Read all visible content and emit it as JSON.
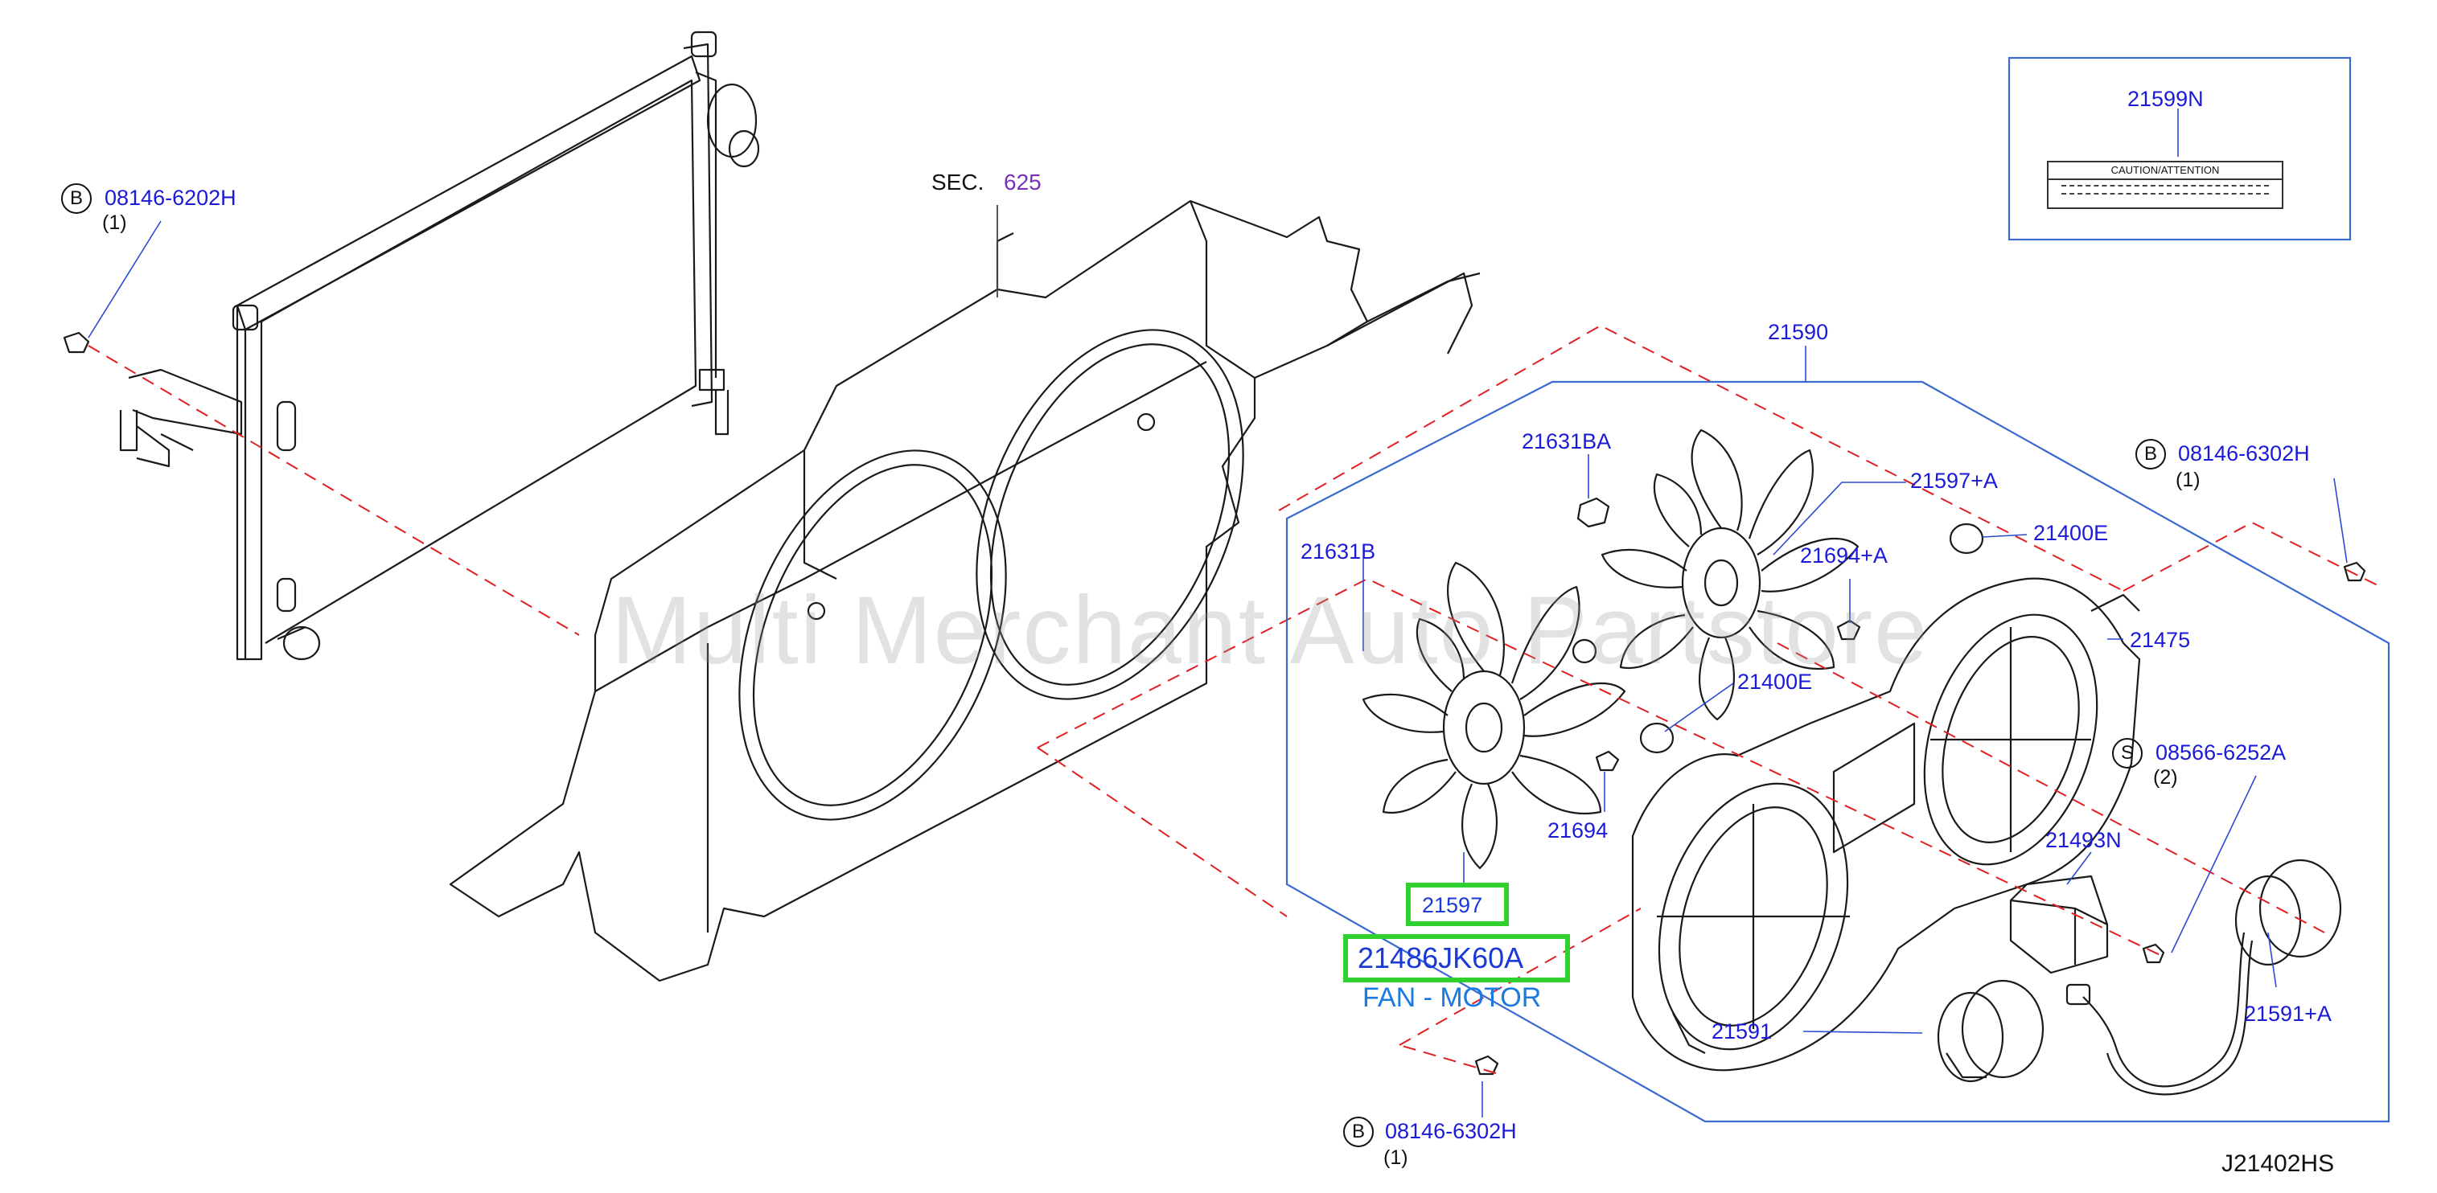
{
  "diagram": {
    "watermark": "Multi Merchant Auto Partstore",
    "code": "J21402HS",
    "section": {
      "prefix": "SEC.",
      "number": "625"
    },
    "parts": {
      "p21590": "21590",
      "p21599N": "21599N",
      "p21631BA": "21631BA",
      "p21597A": "21597+A",
      "p21400E_top": "21400E",
      "p21694A": "21694+A",
      "p21631B": "21631B",
      "p21475": "21475",
      "p21400E_mid": "21400E",
      "p21694": "21694",
      "p21493N": "21493N",
      "p21591": "21591",
      "p21591A": "21591+A",
      "p21597": "21597",
      "p21486": "21486JK60A"
    },
    "fan_motor": "FAN - MOTOR",
    "bolts": {
      "b1": {
        "circle": "B",
        "part": "08146-6202H",
        "qty": "(1)"
      },
      "b2": {
        "circle": "B",
        "part": "08146-6302H",
        "qty": "(1)"
      },
      "b3": {
        "circle": "B",
        "part": "08146-6302H",
        "qty": "(1)"
      },
      "s1": {
        "circle": "S",
        "part": "08566-6252A",
        "qty": "(2)"
      }
    },
    "caution_label": "CAUTION/ATTENTION"
  }
}
